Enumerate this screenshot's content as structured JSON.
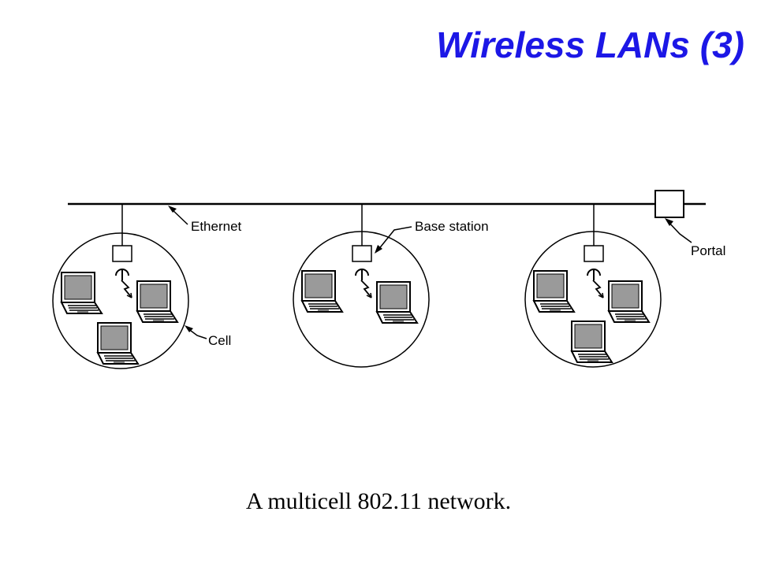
{
  "title": "Wireless LANs (3)",
  "caption": "A multicell 802.11 network.",
  "colors": {
    "title": "#1c17e6",
    "line": "#000000",
    "screen": "#9a9a9a"
  },
  "labels": {
    "ethernet": "Ethernet",
    "base_station": "Base station",
    "portal": "Portal",
    "cell": "Cell"
  },
  "icons": [
    "laptop-icon",
    "base-station-icon",
    "antenna-icon",
    "lightning-icon",
    "portal-icon"
  ]
}
